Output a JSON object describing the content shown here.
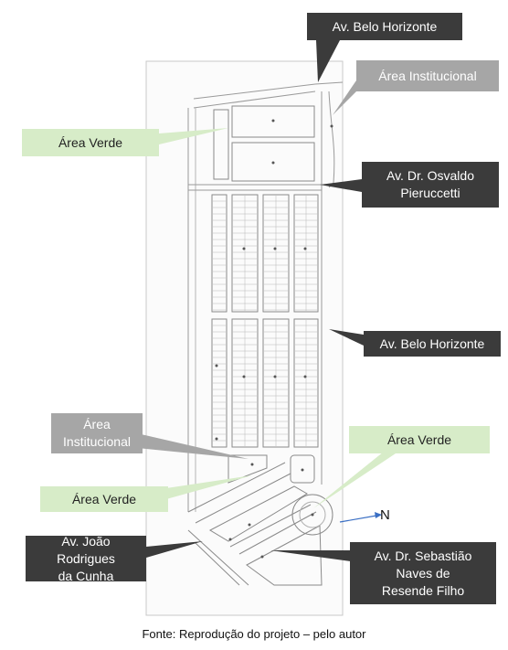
{
  "callouts": {
    "av_belo_horizonte_top": "Av. Belo Horizonte",
    "area_institucional_top": "Área Institucional",
    "area_verde_left": "Área Verde",
    "av_osvaldo": "Av. Dr. Osvaldo\nPieruccetti",
    "av_belo_horizonte_mid": "Av. Belo Horizonte",
    "area_institucional_left": "Área\nInstitucional",
    "area_verde_right": "Área Verde",
    "area_verde_bottom": "Área Verde",
    "av_joao": "Av. João Rodrigues\nda Cunha",
    "av_sebastiao": "Av. Dr. Sebastião\nNaves de\nResende Filho"
  },
  "north_label": "N",
  "caption": "Fonte: Reprodução do projeto – pelo autor",
  "colors": {
    "dark_box": "#3b3b3b",
    "gray_box": "#a6a6a6",
    "green_box": "#d7ecc8",
    "map_lines": "#8a8a8a",
    "north_arrow": "#3a6fc4"
  }
}
